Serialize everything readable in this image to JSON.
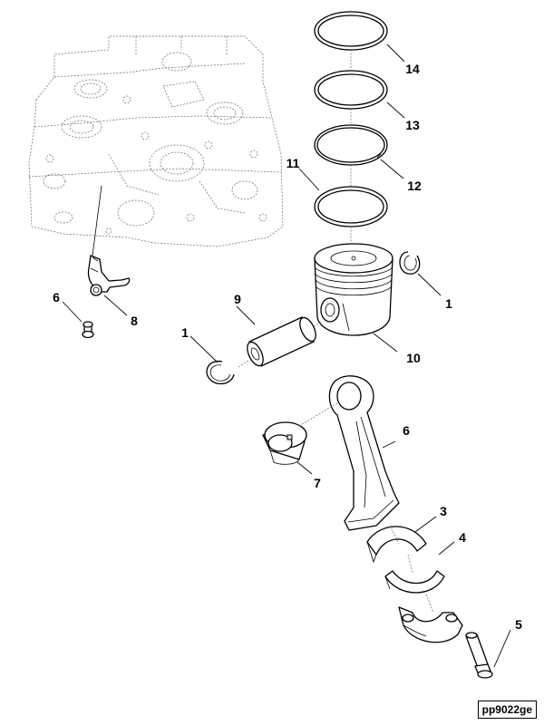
{
  "figure_code": "pp9022ge",
  "callouts": {
    "c1a": "1",
    "c1b": "1",
    "c3": "3",
    "c4": "4",
    "c5": "5",
    "c6a": "6",
    "c6b": "6",
    "c7": "7",
    "c8": "8",
    "c9": "9",
    "c10": "10",
    "c11": "11",
    "c12": "12",
    "c13": "13",
    "c14": "14"
  }
}
